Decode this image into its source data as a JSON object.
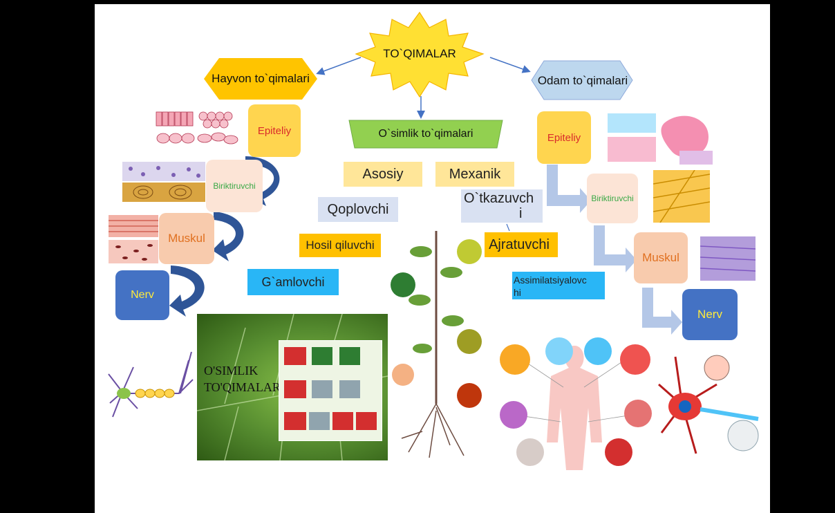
{
  "root": "TO`QIMALAR",
  "branches": {
    "animal": "Hayvon to`qimalari",
    "plant": "O`simlik to`qimalari",
    "human": "Odam to`qimalari"
  },
  "animal_items": {
    "epitheli": "Epiteliy",
    "connective": "Biriktiruvchi",
    "muscle": "Muskul",
    "nerve": "Nerv"
  },
  "plant_items": {
    "basic": "Asosiy",
    "mechanical": "Mexanik",
    "covering": "Qoplovchi",
    "conducting_line1": "O`tkazuvch",
    "conducting_line2": "i",
    "generative": "Hosil qiluvchi",
    "excretory": "Ajratuvchi",
    "storage": "G`amlovchi",
    "assimilation_line1": "Assimilatsiyalovc",
    "assimilation_line2": "hi"
  },
  "human_items": {
    "epitheli": "Epiteliy",
    "connective": "Biriktiruvchi",
    "muscle": "Muskul",
    "nerve": "Nerv"
  },
  "leaf_image_text": {
    "line1": "O'SIMLIK",
    "line2": "TO'QIMALARI"
  },
  "colors": {
    "star": "#FFE033",
    "animal_hex": "#FFC400",
    "human_hex": "#BDD7EE",
    "plant_trap": "#92D050",
    "epitheli_box": "#FFD54F",
    "connective_box": "#FCE4D6",
    "muscle_box": "#F8CBAD",
    "nerve_box": "#4472C4",
    "curve_arrow": "#2F5597",
    "block_arrow": "#B4C7E7",
    "yellow_label": "#FFE699",
    "gray_label": "#D9E1F2",
    "orange_label": "#FFC000",
    "cyan_label": "#00B0F0"
  }
}
